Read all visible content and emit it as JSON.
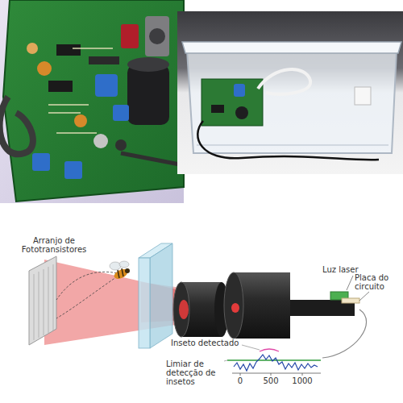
{
  "diagram": {
    "labels": [
      "Arranjo de Fototransistores",
      "Luz laser",
      "Placa do circuito",
      "Inseto detectado",
      "Limiar de detecção de insetos",
      "0",
      "500",
      "1000"
    ]
  }
}
